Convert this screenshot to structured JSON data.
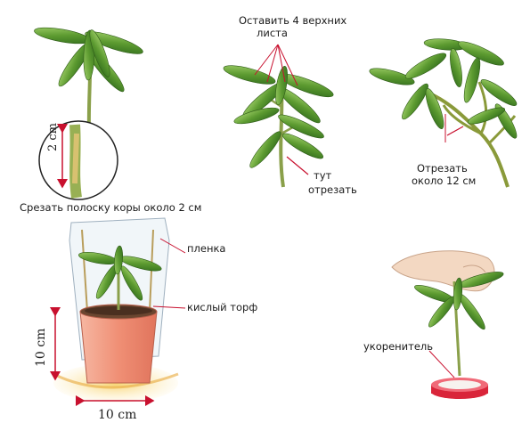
{
  "labels": {
    "leave_top": "Оставить 4 верхних",
    "leave_top_2": "листа",
    "cut_here": "тут",
    "cut_here_2": "отрезать",
    "cut_about": "Отрезать",
    "cut_about_2": "около 12 см",
    "strip_bark": "Срезать полоску коры около 2 см",
    "film": "пленка",
    "acid_peat": "кислый торф",
    "rooting_agent": "укоренитель"
  },
  "dimensions": {
    "stem_strip": "2 cm",
    "pot_height": "10 cm",
    "pot_width": "10 cm"
  },
  "colors": {
    "leaf": "#4f8f2c",
    "leaf_light": "#8cc05a",
    "stem": "#8aa04a",
    "arrow": "#c8102e",
    "pot": "#f2a08a",
    "soil": "#5a3a28",
    "ground": "#f3c24a",
    "cap": "#d9253a"
  }
}
